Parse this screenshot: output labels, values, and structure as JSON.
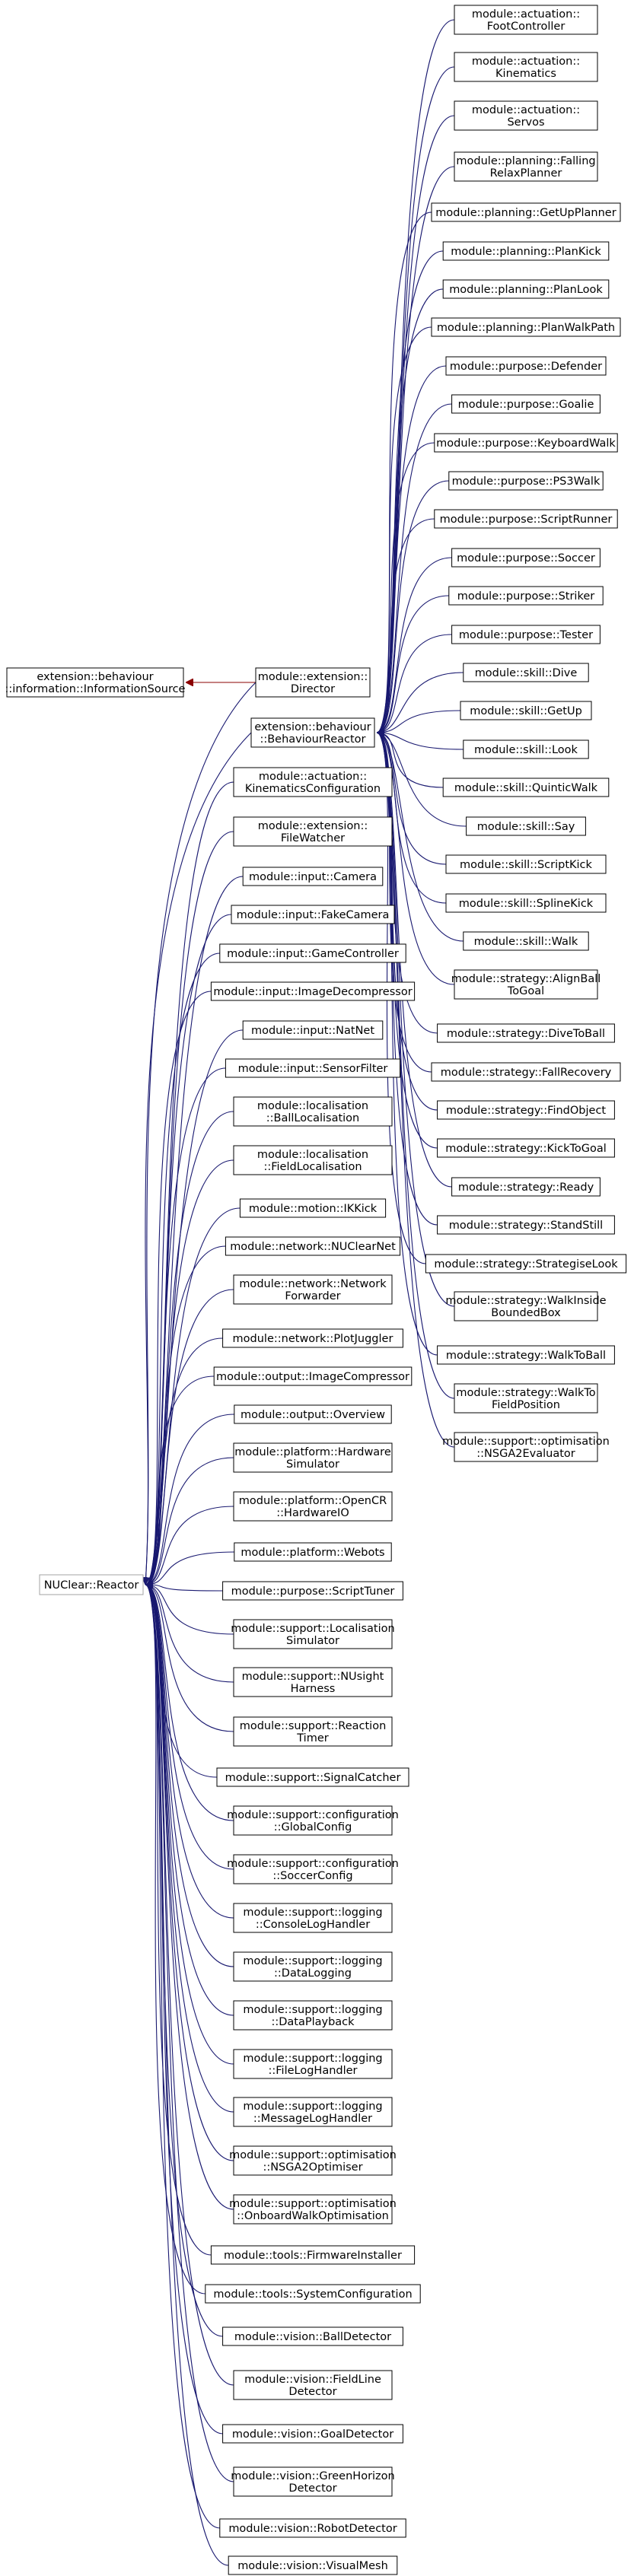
{
  "colors": {
    "edge": "#191970",
    "edge_highlight": "#8b0000",
    "node_border": "#000000",
    "node_border_external": "#a3a3a3",
    "node_fill": "#ffffff"
  },
  "nodes": {
    "information_source": [
      "extension::behaviour",
      "::information::InformationSource"
    ],
    "director": [
      "module::extension::",
      "Director"
    ],
    "behaviour_reactor": [
      "extension::behaviour",
      "::BehaviourReactor"
    ],
    "nuclear_reactor": [
      "NUClear::Reactor"
    ],
    "top_column": [
      [
        "module::actuation::",
        "FootController"
      ],
      [
        "module::actuation::",
        "Kinematics"
      ],
      [
        "module::actuation::",
        "Servos"
      ],
      [
        "module::planning::Falling",
        "RelaxPlanner"
      ],
      [
        "module::planning::GetUpPlanner"
      ],
      [
        "module::planning::PlanKick"
      ],
      [
        "module::planning::PlanLook"
      ],
      [
        "module::planning::PlanWalkPath"
      ],
      [
        "module::purpose::Defender"
      ],
      [
        "module::purpose::Goalie"
      ],
      [
        "module::purpose::KeyboardWalk"
      ],
      [
        "module::purpose::PS3Walk"
      ],
      [
        "module::purpose::ScriptRunner"
      ],
      [
        "module::purpose::Soccer"
      ],
      [
        "module::purpose::Striker"
      ],
      [
        "module::purpose::Tester"
      ],
      [
        "module::skill::Dive"
      ],
      [
        "module::skill::GetUp"
      ],
      [
        "module::skill::Look"
      ],
      [
        "module::skill::QuinticWalk"
      ],
      [
        "module::skill::Say"
      ],
      [
        "module::skill::ScriptKick"
      ],
      [
        "module::skill::SplineKick"
      ],
      [
        "module::skill::Walk"
      ],
      [
        "module::strategy::AlignBall",
        "ToGoal"
      ],
      [
        "module::strategy::DiveToBall"
      ],
      [
        "module::strategy::FallRecovery"
      ],
      [
        "module::strategy::FindObject"
      ],
      [
        "module::strategy::KickToGoal"
      ],
      [
        "module::strategy::Ready"
      ],
      [
        "module::strategy::StandStill"
      ],
      [
        "module::strategy::StrategiseLook"
      ],
      [
        "module::strategy::WalkInside",
        "BoundedBox"
      ],
      [
        "module::strategy::WalkToBall"
      ],
      [
        "module::strategy::WalkTo",
        "FieldPosition"
      ],
      [
        "module::support::optimisation",
        "::NSGA2Evaluator"
      ]
    ],
    "middle_column": [
      [
        "module::actuation::",
        "KinematicsConfiguration"
      ],
      [
        "module::extension::",
        "FileWatcher"
      ],
      [
        "module::input::Camera"
      ],
      [
        "module::input::FakeCamera"
      ],
      [
        "module::input::GameController"
      ],
      [
        "module::input::ImageDecompressor"
      ],
      [
        "module::input::NatNet"
      ],
      [
        "module::input::SensorFilter"
      ],
      [
        "module::localisation",
        "::BallLocalisation"
      ],
      [
        "module::localisation",
        "::FieldLocalisation"
      ],
      [
        "module::motion::IKKick"
      ],
      [
        "module::network::NUClearNet"
      ],
      [
        "module::network::Network",
        "Forwarder"
      ],
      [
        "module::network::PlotJuggler"
      ],
      [
        "module::output::ImageCompressor"
      ],
      [
        "module::output::Overview"
      ],
      [
        "module::platform::Hardware",
        "Simulator"
      ],
      [
        "module::platform::OpenCR",
        "::HardwareIO"
      ],
      [
        "module::platform::Webots"
      ],
      [
        "module::purpose::ScriptTuner"
      ],
      [
        "module::support::Localisation",
        "Simulator"
      ],
      [
        "module::support::NUsight",
        "Harness"
      ],
      [
        "module::support::Reaction",
        "Timer"
      ],
      [
        "module::support::SignalCatcher"
      ],
      [
        "module::support::configuration",
        "::GlobalConfig"
      ],
      [
        "module::support::configuration",
        "::SoccerConfig"
      ],
      [
        "module::support::logging",
        "::ConsoleLogHandler"
      ],
      [
        "module::support::logging",
        "::DataLogging"
      ],
      [
        "module::support::logging",
        "::DataPlayback"
      ],
      [
        "module::support::logging",
        "::FileLogHandler"
      ],
      [
        "module::support::logging",
        "::MessageLogHandler"
      ],
      [
        "module::support::optimisation",
        "::NSGA2Optimiser"
      ],
      [
        "module::support::optimisation",
        "::OnboardWalkOptimisation"
      ],
      [
        "module::tools::FirmwareInstaller"
      ],
      [
        "module::tools::SystemConfiguration"
      ],
      [
        "module::vision::BallDetector"
      ],
      [
        "module::vision::FieldLine",
        "Detector"
      ],
      [
        "module::vision::GoalDetector"
      ],
      [
        "module::vision::GreenHorizon",
        "Detector"
      ],
      [
        "module::vision::RobotDetector"
      ],
      [
        "module::vision::VisualMesh"
      ]
    ]
  }
}
